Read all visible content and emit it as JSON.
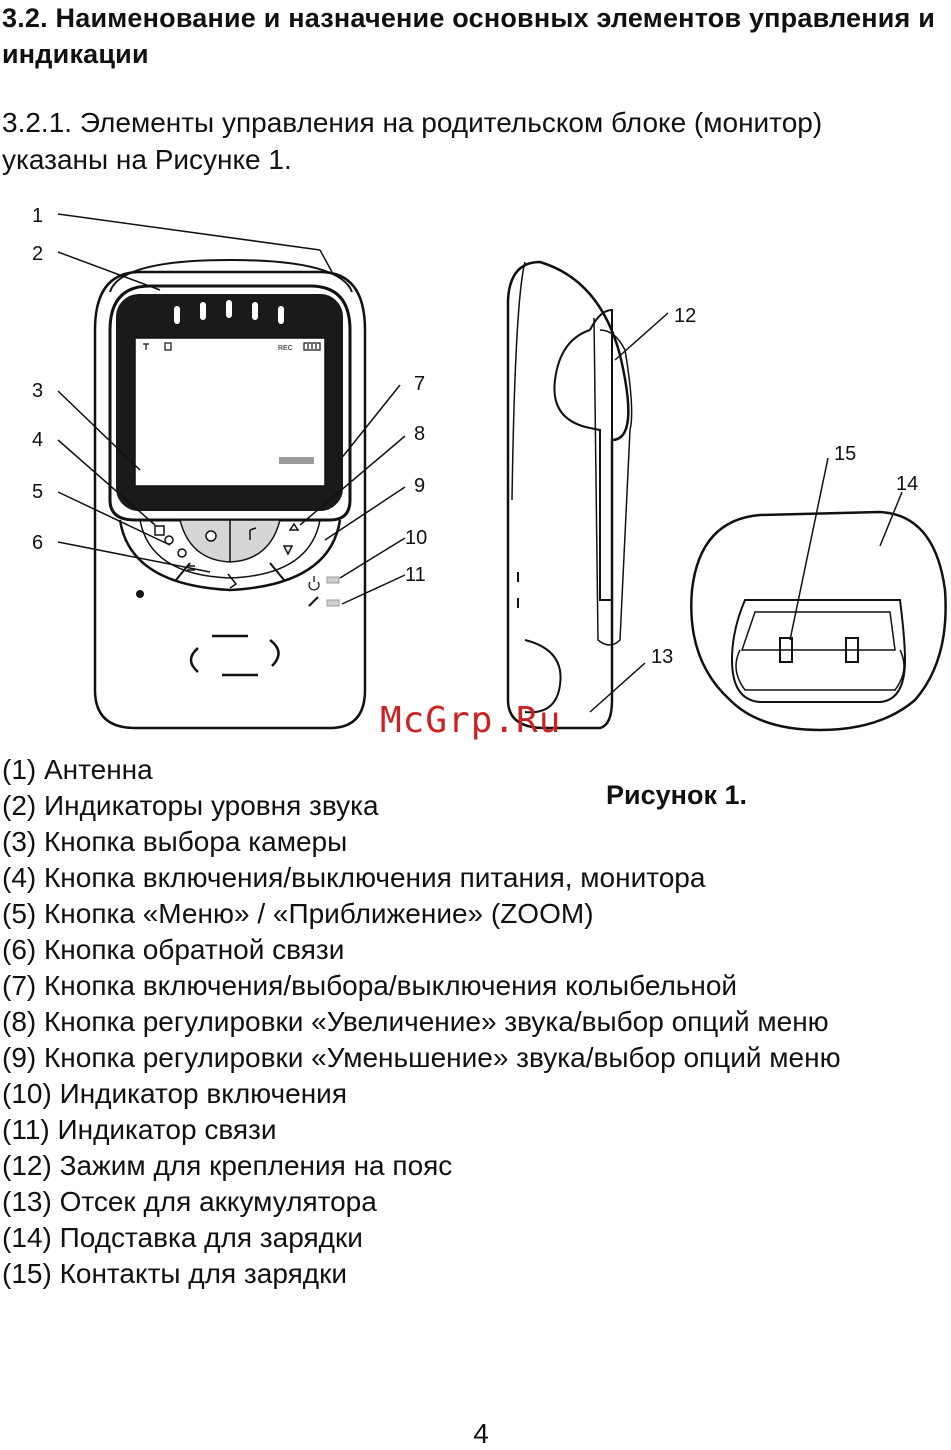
{
  "heading": "3.2. Наименование и назначение основных элементов управления и индикации",
  "intro": "3.2.1. Элементы управления на родительском блоке (монитор) указаны на Рисунке 1.",
  "figure": {
    "callouts": [
      "1",
      "2",
      "3",
      "4",
      "5",
      "6",
      "7",
      "8",
      "9",
      "10",
      "11",
      "12",
      "13",
      "14",
      "15"
    ],
    "screen_status": {
      "rec": "REC"
    },
    "caption": "Рисунок 1."
  },
  "watermark": "McGrp.Ru",
  "legend": [
    "(1) Антенна",
    "(2) Индикаторы уровня звука",
    "(3) Кнопка выбора камеры",
    "(4) Кнопка включения/выключения питания, монитора",
    "(5) Кнопка «Меню» / «Приближение» (ZOOM)",
    "(6) Кнопка обратной связи",
    "(7) Кнопка включения/выбора/выключения колыбельной",
    "(8) Кнопка регулировки «Увеличение» звука/выбор опций меню",
    "(9) Кнопка регулировки «Уменьшение» звука/выбор опций меню",
    "(10) Индикатор включения",
    "(11) Индикатор связи",
    "(12) Зажим для крепления на пояс",
    "(13) Отсек для аккумулятора",
    "(14) Подставка для зарядки",
    "(15) Контакты для зарядки"
  ],
  "page_number": "4"
}
